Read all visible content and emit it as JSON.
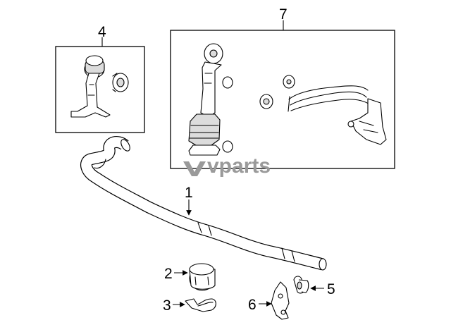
{
  "watermark": {
    "icon": "vparts-logo-icon",
    "text": "vparts"
  },
  "callouts": {
    "c1": "1",
    "c2": "2",
    "c3": "3",
    "c4": "4",
    "c5": "5",
    "c6": "6",
    "c7": "7"
  }
}
